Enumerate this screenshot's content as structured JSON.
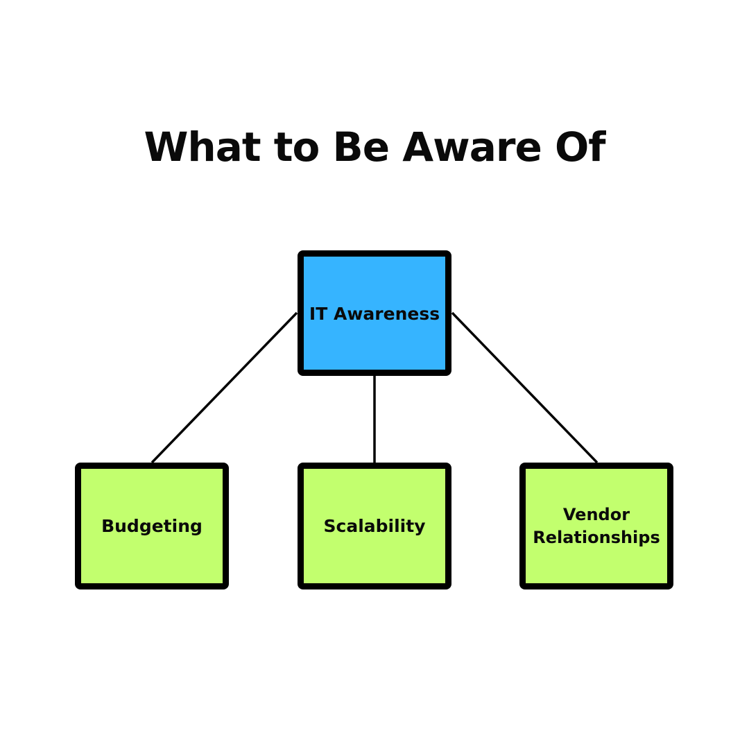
{
  "title": "What to Be Aware Of",
  "colors": {
    "root_fill": "#36b4ff",
    "child_fill": "#c2ff6e",
    "border": "#000000",
    "text": "#0a0a0a"
  },
  "root": {
    "label": "IT Awareness"
  },
  "children": [
    {
      "label": "Budgeting"
    },
    {
      "label": "Scalability"
    },
    {
      "label": "Vendor Relationships"
    }
  ]
}
